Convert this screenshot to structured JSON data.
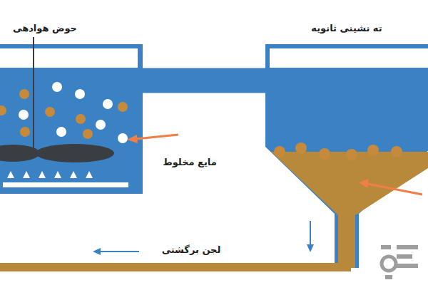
{
  "diagram": {
    "nodes": [
      {
        "text": [
          "حوض هوادهی"
        ]
      },
      {
        "text": [
          "ته نشینی ثانویه"
        ]
      }
    ],
    "edges": [
      {
        "from": 0,
        "to": 1,
        "arrow": "none"
      },
      {
        "from": 1,
        "to": 0,
        "arrow": "to",
        "label": "لجن برگشتی"
      }
    ],
    "labels": [
      "مایع مخلوط"
    ]
  }
}
